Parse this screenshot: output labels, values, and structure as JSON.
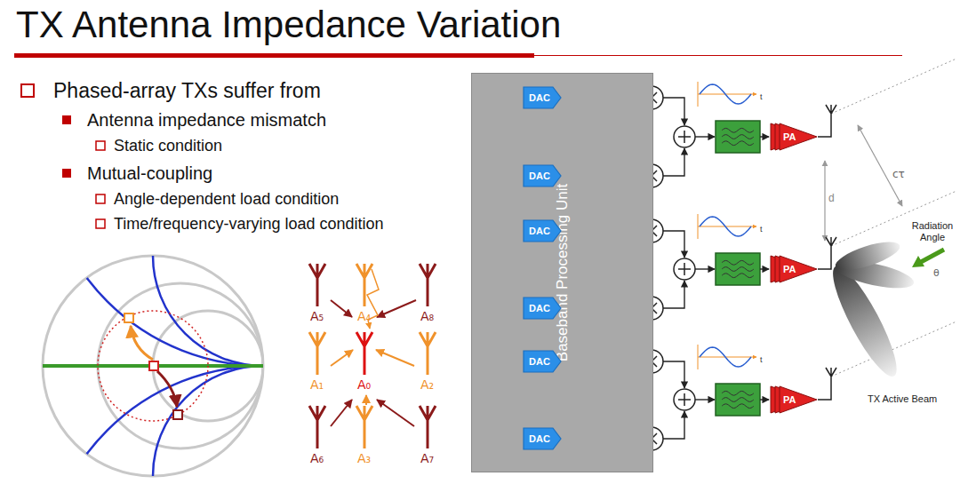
{
  "diagram": {
    "title": "TX Antenna Impedance Variation",
    "nodes": [
      {
        "text": [
          "Baseband Processing Unit"
        ]
      },
      {
        "text": [
          "DAC"
        ]
      },
      {
        "text": [
          "DAC"
        ]
      },
      {
        "text": [
          "DAC"
        ]
      },
      {
        "text": [
          "DAC"
        ]
      },
      {
        "text": [
          "DAC"
        ]
      },
      {
        "text": [
          "DAC"
        ]
      },
      {
        "text": [
          "PA"
        ]
      },
      {
        "text": [
          "PA"
        ]
      },
      {
        "text": [
          "PA"
        ]
      }
    ],
    "edges": [
      {
        "from": 0,
        "to": 1,
        "arrow": "to"
      },
      {
        "from": 0,
        "to": 2,
        "arrow": "to"
      },
      {
        "from": 0,
        "to": 3,
        "arrow": "to"
      },
      {
        "from": 0,
        "to": 4,
        "arrow": "to"
      },
      {
        "from": 0,
        "to": 5,
        "arrow": "to"
      },
      {
        "from": 0,
        "to": 6,
        "arrow": "to"
      }
    ],
    "labels": [
      "Phased-array TXs suffer from",
      "Antenna impedance mismatch",
      "Static condition",
      "Mutual-coupling",
      "Angle-dependent load condition",
      "Time/frequency-varying load condition",
      "A₅",
      "A₄",
      "A₈",
      "A₁",
      "A₀",
      "A₂",
      "A₆",
      "A₃",
      "A₇",
      "t",
      "t",
      "t",
      "d",
      "cτ",
      "θ",
      "Radiation Angle",
      "TX Active Beam"
    ]
  }
}
